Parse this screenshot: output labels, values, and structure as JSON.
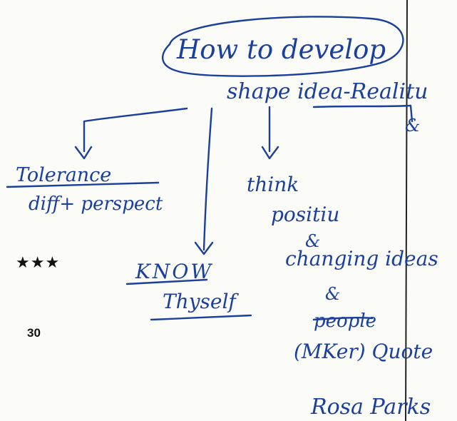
{
  "note": {
    "title_line1": "How to develop",
    "title_line2": "shape idea-Realitu",
    "branch_tolerance": "Tolerance",
    "branch_tolerance_sub": "diff+ perspect",
    "branch_know": "KNOW",
    "branch_know_sub": "Thyself",
    "branch_think": "think",
    "branch_think_sub": "positiu",
    "amp_1": "&",
    "changing_ideas": "changing ideas",
    "amp_2": "&",
    "people": "people",
    "quote": "(MKer) Quote",
    "rosa_parks": "Rosa Parks",
    "amp_right": "&"
  },
  "rating": "★★★",
  "page_number": "30",
  "ink_color": "#1a3f9c"
}
